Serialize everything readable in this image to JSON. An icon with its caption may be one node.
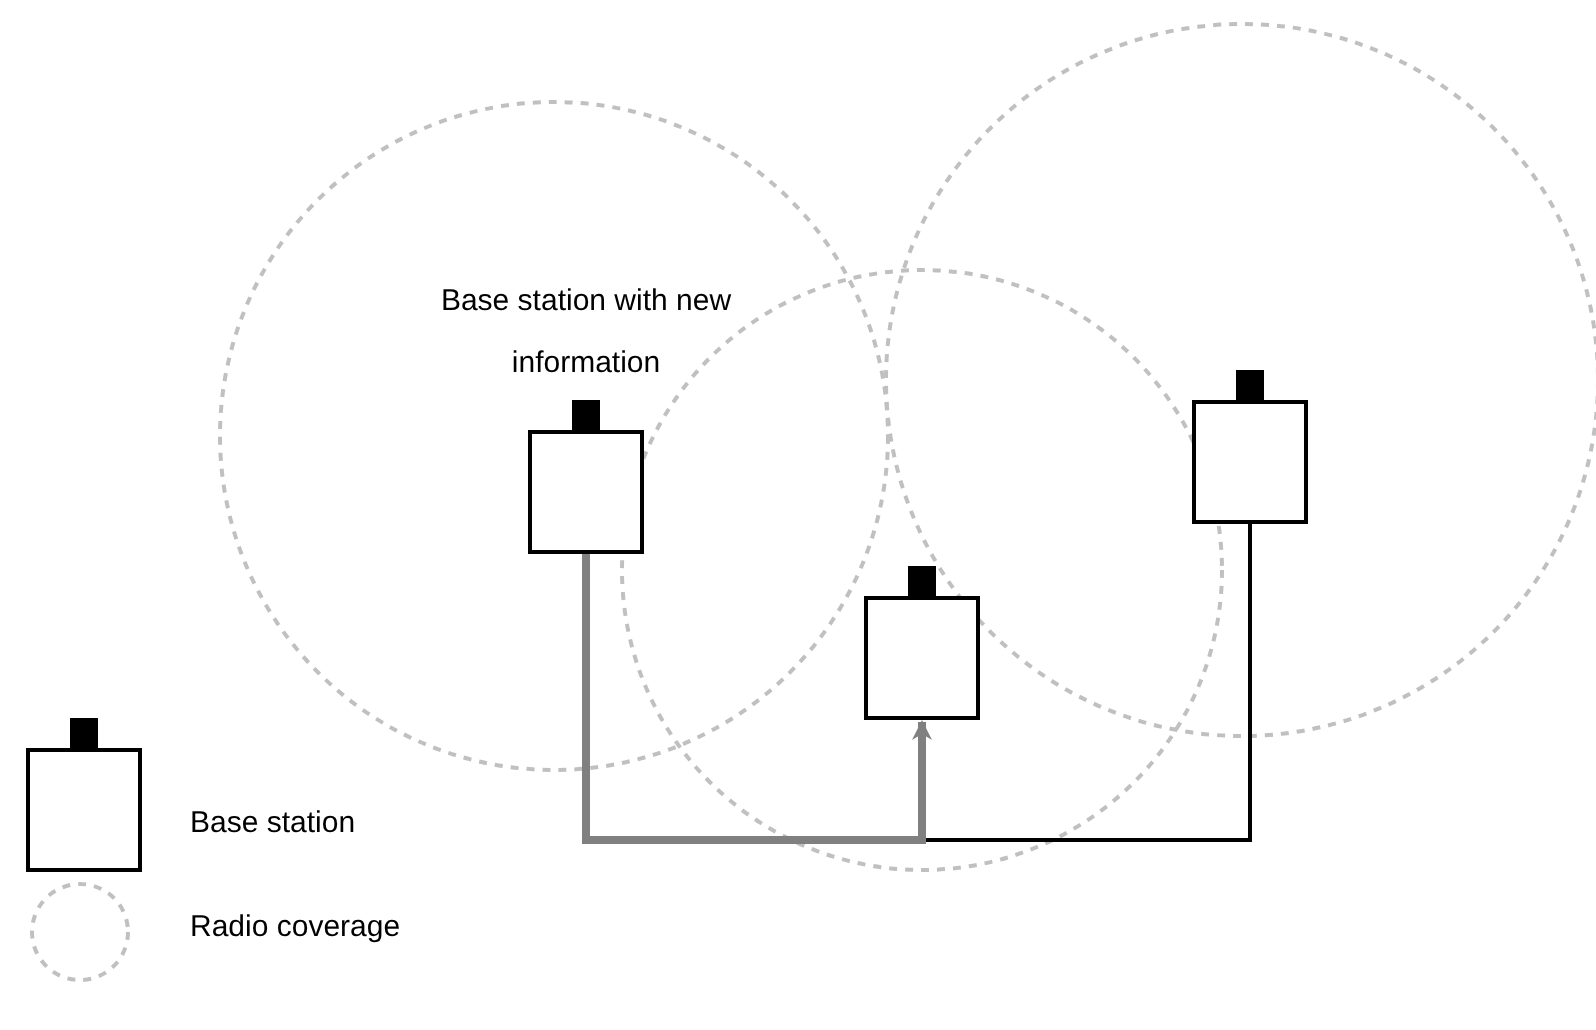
{
  "diagram": {
    "nodes": [
      {
        "text": [
          "Base station with new information"
        ]
      },
      {
        "text": [],
        "shape": "box"
      },
      {
        "text": [],
        "shape": "box"
      }
    ],
    "edges": [
      {
        "from": 0,
        "to": 1,
        "arrow": "to",
        "style": "thick",
        "color": "#808080"
      },
      {
        "from": 2,
        "to": 1,
        "arrow": "none",
        "color": "#000000"
      }
    ],
    "legend": [
      {
        "text": "Base station"
      },
      {
        "text": "Radio coverage"
      }
    ]
  }
}
